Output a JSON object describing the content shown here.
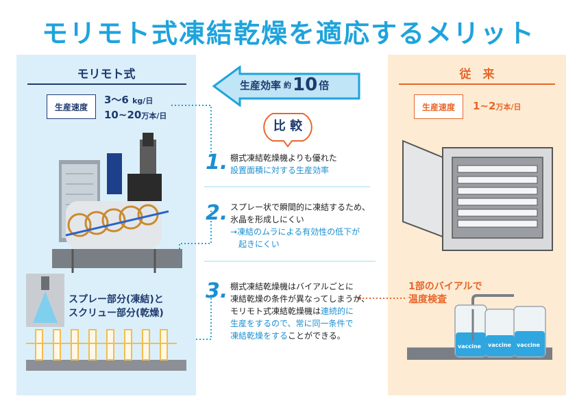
{
  "title": "モリモト式凍結乾燥を適応するメリット",
  "left": {
    "header": "モリモト式",
    "speed_label": "生産速度",
    "speed_line1": "3～6",
    "speed_unit1": "kg/日",
    "speed_line2": "10~20",
    "speed_unit2": "万本/日",
    "spray_caption_line1": "スプレー部分(凍結)と",
    "spray_caption_line2": "スクリュー部分(乾燥)"
  },
  "efficiency": {
    "label": "生産効率",
    "prefix": "約",
    "value": "10",
    "suffix": "倍"
  },
  "compare_label": "比 較",
  "points": [
    {
      "num": "1.",
      "lines": [
        "棚式凍結乾燥機よりも優れた"
      ],
      "highlight": [
        "設置面積に対する生産効率"
      ]
    },
    {
      "num": "2.",
      "lines": [
        "スプレー状で瞬間的に凍結するため、",
        "氷晶を形成しにくい"
      ],
      "highlight": [
        "→凍結のムラによる有効性の低下が",
        "起きにくい"
      ]
    },
    {
      "num": "3.",
      "lines": [
        "棚式凍結乾燥機はバイアルごとに",
        "凍結乾燥の条件が異なってしまうが、",
        "モリモト式凍結乾燥機は"
      ],
      "highlight_inline": "連続的に",
      "highlight": [
        "生産をするので、常に同一条件で",
        "凍結乾燥をする"
      ],
      "tail": "ことができる。"
    }
  ],
  "right": {
    "header": "従　来",
    "speed_label": "生産速度",
    "speed_value": "1~2",
    "speed_unit": "万本/日",
    "check_line1": "1部のバイアルで",
    "check_line2": "温度検査",
    "vial_label": "vaccine"
  },
  "colors": {
    "blue": "#1fa3dc",
    "navy": "#1f3a6e",
    "orange": "#e8662a",
    "left_bg": "#dbeffa",
    "right_bg": "#fdebd3"
  }
}
